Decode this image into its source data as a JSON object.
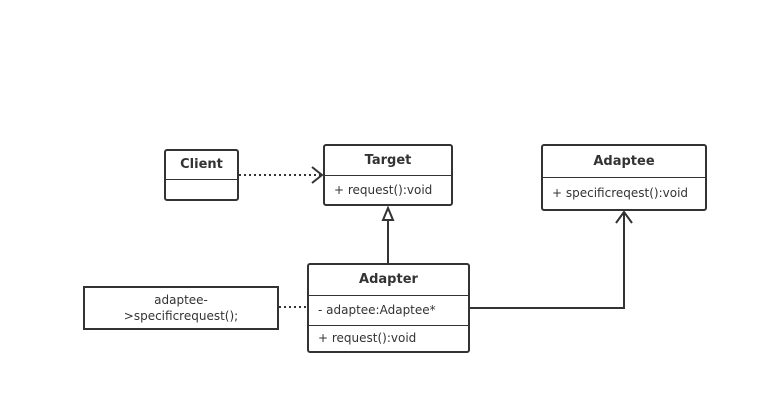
{
  "client": {
    "name": "Client"
  },
  "target": {
    "name": "Target",
    "operation": "+ request():void"
  },
  "adaptee": {
    "name": "Adaptee",
    "operation": "+ specificreqest():void"
  },
  "adapter": {
    "name": "Adapter",
    "attribute": "- adaptee:Adaptee*",
    "operation": "+ request():void"
  },
  "note": {
    "line1": "adaptee-",
    "line2": ">specificrequest();"
  },
  "colors": {
    "stroke": "#333333",
    "background": "#ffffff"
  }
}
